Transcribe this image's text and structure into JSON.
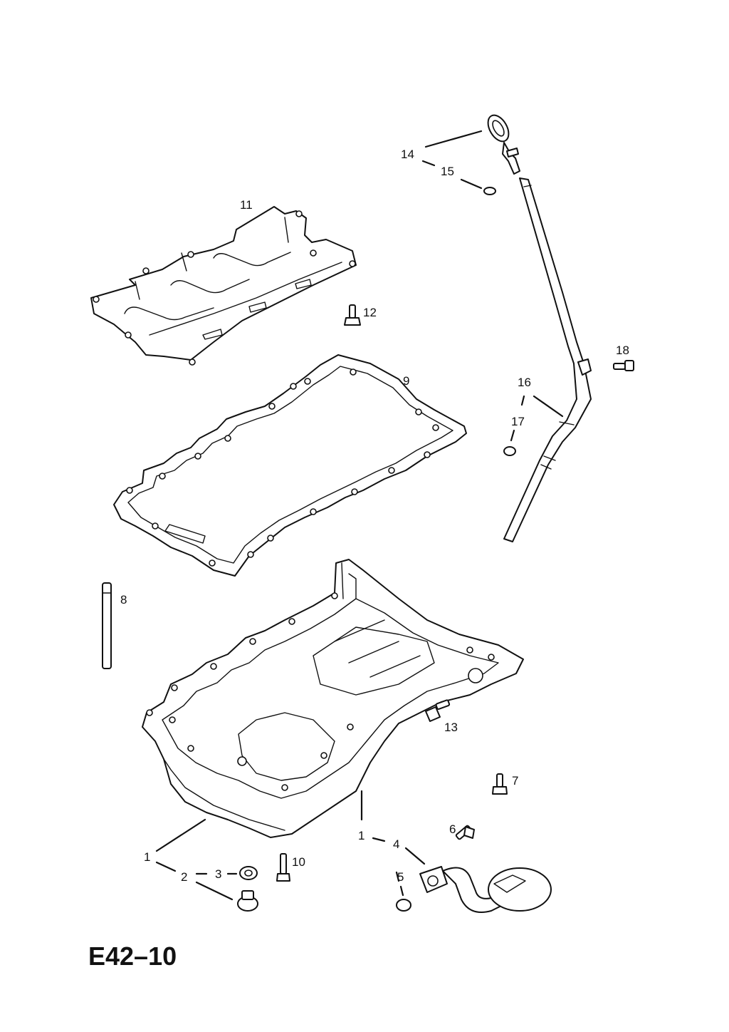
{
  "diagram_code": "E42–10",
  "callouts": {
    "c1a": "1",
    "c1b": "1",
    "c2": "2",
    "c3": "3",
    "c4": "4",
    "c5": "5",
    "c6": "6",
    "c7": "7",
    "c8": "8",
    "c9": "9",
    "c10": "10",
    "c11": "11",
    "c12": "12",
    "c13": "13",
    "c14": "14",
    "c15": "15",
    "c16": "16",
    "c17": "17",
    "c18": "18"
  }
}
